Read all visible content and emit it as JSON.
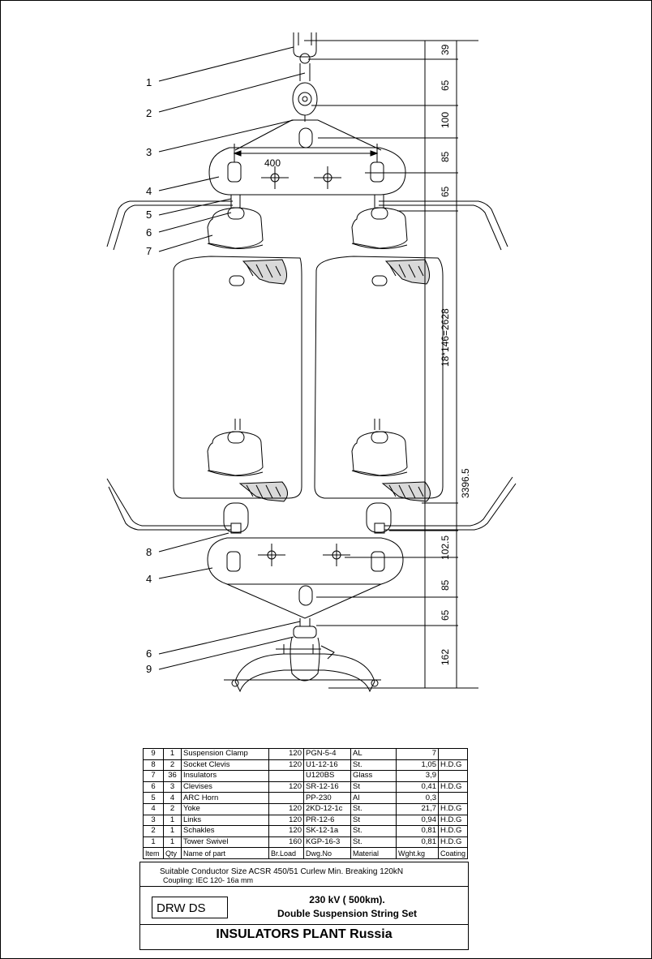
{
  "dimensions": {
    "d1": "39",
    "d2": "65",
    "d3": "100",
    "d4": "85",
    "d5": "65",
    "d6": "18*146=2628",
    "d7": "3396.5",
    "d8": "102.5",
    "d9": "85",
    "d10": "65",
    "d11": "162",
    "spacing": "400"
  },
  "callouts": [
    "1",
    "2",
    "3",
    "4",
    "5",
    "6",
    "7",
    "8",
    "4",
    "6",
    "9"
  ],
  "bom": {
    "headers": [
      "Item",
      "Qty",
      "Name of part",
      "Br.Load",
      "Dwg.No",
      "Material",
      "Wght.kg",
      "Coating"
    ],
    "rows": [
      [
        "9",
        "1",
        "Suspension Clamp",
        "120",
        "PGN-5-4",
        "AL",
        "7",
        ""
      ],
      [
        "8",
        "2",
        "Socket Clevis",
        "120",
        "U1-12-16",
        "St.",
        "1,05",
        "H.D.G"
      ],
      [
        "7",
        "36",
        "Insulators",
        "",
        "U120BS",
        "Glass",
        "3,9",
        ""
      ],
      [
        "6",
        "3",
        "Clevises",
        "120",
        "SR-12-16",
        "St",
        "0,41",
        "H.D.G"
      ],
      [
        "5",
        "4",
        "ARC Horn",
        "",
        "PP-230",
        "Al",
        "0,3",
        ""
      ],
      [
        "4",
        "2",
        "Yoke",
        "120",
        "2KD-12-1c",
        "St.",
        "21,7",
        "H.D.G"
      ],
      [
        "3",
        "1",
        "Links",
        "120",
        "PR-12-6",
        "St",
        "0,94",
        "H.D.G"
      ],
      [
        "2",
        "1",
        "Schakles",
        "120",
        "SK-12-1a",
        "St.",
        "0,81",
        "H.D.G"
      ],
      [
        "1",
        "1",
        "Tower Swivel",
        "160",
        "KGP-16-3",
        "St.",
        "0,81",
        "H.D.G"
      ]
    ]
  },
  "title_block": {
    "note_line1": "Suitable Conductor Size ACSR 450/51 Curlew    Min. Breaking 120kN",
    "note_line2": "Coupling: IEC 120- 16a mm",
    "drawing_code": "DRW DS",
    "title_line1": "230 kV ( 500km).",
    "title_line2": "Double Suspension String Set",
    "company": "INSULATORS PLANT Russia"
  }
}
